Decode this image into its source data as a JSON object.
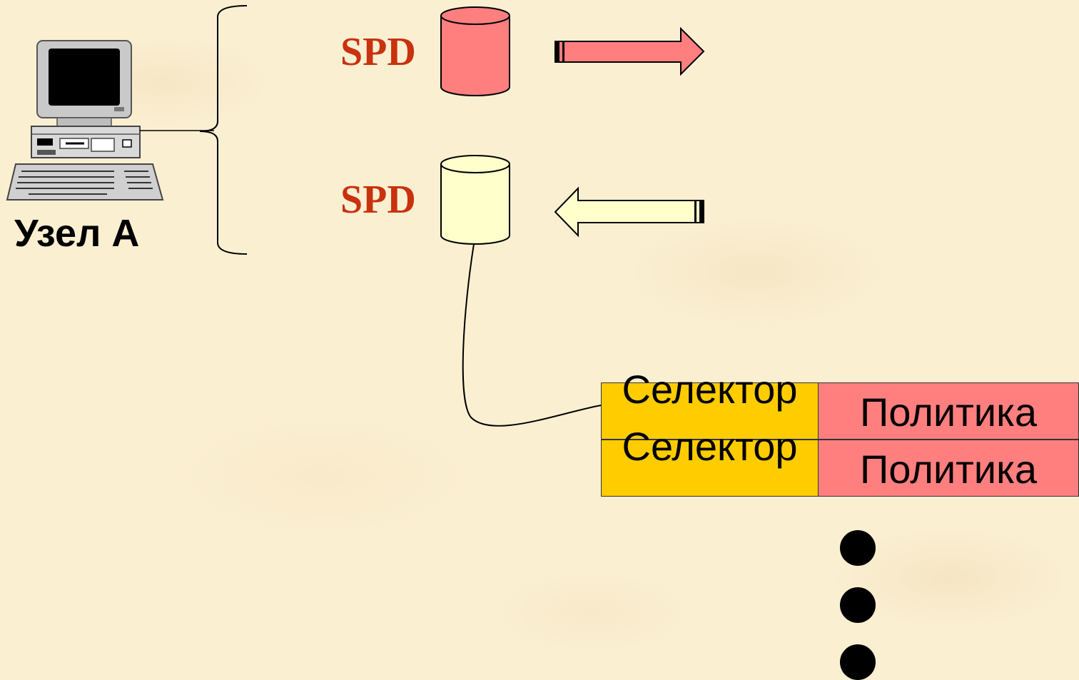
{
  "node": {
    "label": "Узел А"
  },
  "databases": [
    {
      "label": "SPD",
      "color": "#ff7f7f",
      "direction": "outbound"
    },
    {
      "label": "SPD",
      "color": "#ffffcc",
      "direction": "inbound"
    }
  ],
  "arrows": {
    "outbound_color": "#ff7f7f",
    "inbound_color": "#ffffcc"
  },
  "table": {
    "rows": [
      {
        "selector": "Селектор",
        "policy": "Политика"
      },
      {
        "selector": "Селектор",
        "policy": "Политика"
      }
    ],
    "selector_color": "#ffcc00",
    "policy_color": "#ff7f7f",
    "continuation": "more-rows-ellipsis"
  },
  "icons": [
    "desktop-computer-icon",
    "database-cylinder-icon",
    "arrow-right-icon",
    "arrow-left-icon",
    "brace-icon"
  ]
}
